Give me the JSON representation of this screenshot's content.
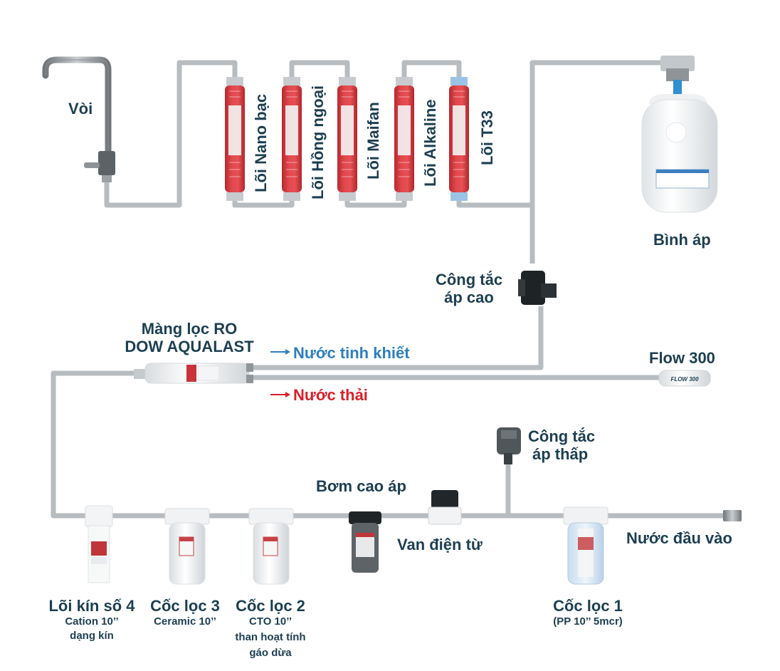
{
  "colors": {
    "pipe": "#b5bbc0",
    "label": "#1c3f52",
    "pure_water": "#2f7fbd",
    "waste_water": "#d8202a",
    "filter_red": "#d63a3f"
  },
  "top_labels": {
    "faucet": "Vòi",
    "pressure_tank": "Bình áp",
    "high_pressure_switch_line1": "Công tắc",
    "high_pressure_switch_line2": "áp cao"
  },
  "cores": [
    {
      "label": "Lõi Nano bạc",
      "icon": "filter-cartridge-icon"
    },
    {
      "label": "Lõi Hồng ngoại",
      "icon": "filter-cartridge-icon"
    },
    {
      "label": "Lõi Maifan",
      "icon": "filter-cartridge-icon"
    },
    {
      "label": "Lõi Alkaline",
      "icon": "filter-cartridge-icon"
    },
    {
      "label": "Lõi T33",
      "icon": "filter-cartridge-icon"
    }
  ],
  "ro": {
    "line1": "Màng lọc RO",
    "line2": "DOW AQUALAST",
    "pure_label": "Nước tinh khiết",
    "waste_label": "Nước thải",
    "flow_label": "Flow 300",
    "flow_mark": "FLOW 300"
  },
  "bottom": {
    "low_pressure_switch_line1": "Công tắc",
    "low_pressure_switch_line2": "áp thấp",
    "pump": "Bơm cao áp",
    "solenoid": "Van điện từ",
    "inlet": "Nước đầu vào",
    "filters": [
      {
        "title": "Lõi kín số 4",
        "sub1": "Cation 10’’",
        "sub2": "dạng kín",
        "sub3": ""
      },
      {
        "title": "Cốc lọc 3",
        "sub1": "Ceramic 10’’",
        "sub2": "",
        "sub3": ""
      },
      {
        "title": "Cốc lọc 2",
        "sub1": "CTO 10’’",
        "sub2": "than hoạt tính",
        "sub3": "gáo dừa"
      },
      {
        "title": "Cốc lọc 1",
        "sub1": "(PP 10’’ 5mcr)",
        "sub2": "",
        "sub3": ""
      }
    ]
  }
}
